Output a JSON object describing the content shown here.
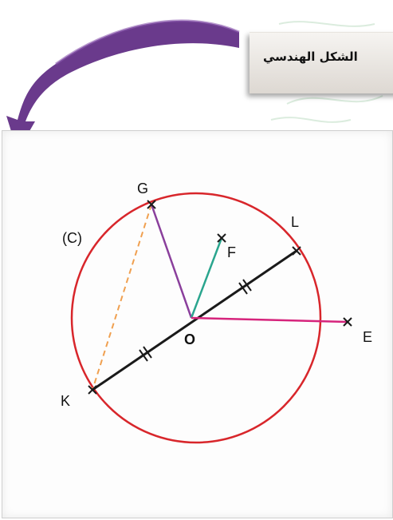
{
  "header": {
    "title": "الشكل الهندسي"
  },
  "figure": {
    "circle_label": "(C)",
    "points": {
      "G": "G",
      "L": "L",
      "F": "F",
      "O": "O",
      "E": "E",
      "K": "K"
    },
    "colors": {
      "circle": "#d8262b",
      "diameter": "#1a1a1a",
      "segment_OG": "#8a3f9c",
      "segment_OF": "#2aa58e",
      "segment_OE": "#d6247c",
      "segment_GK_dashed": "#f0a050",
      "arrow": "#6a3a8c"
    }
  }
}
